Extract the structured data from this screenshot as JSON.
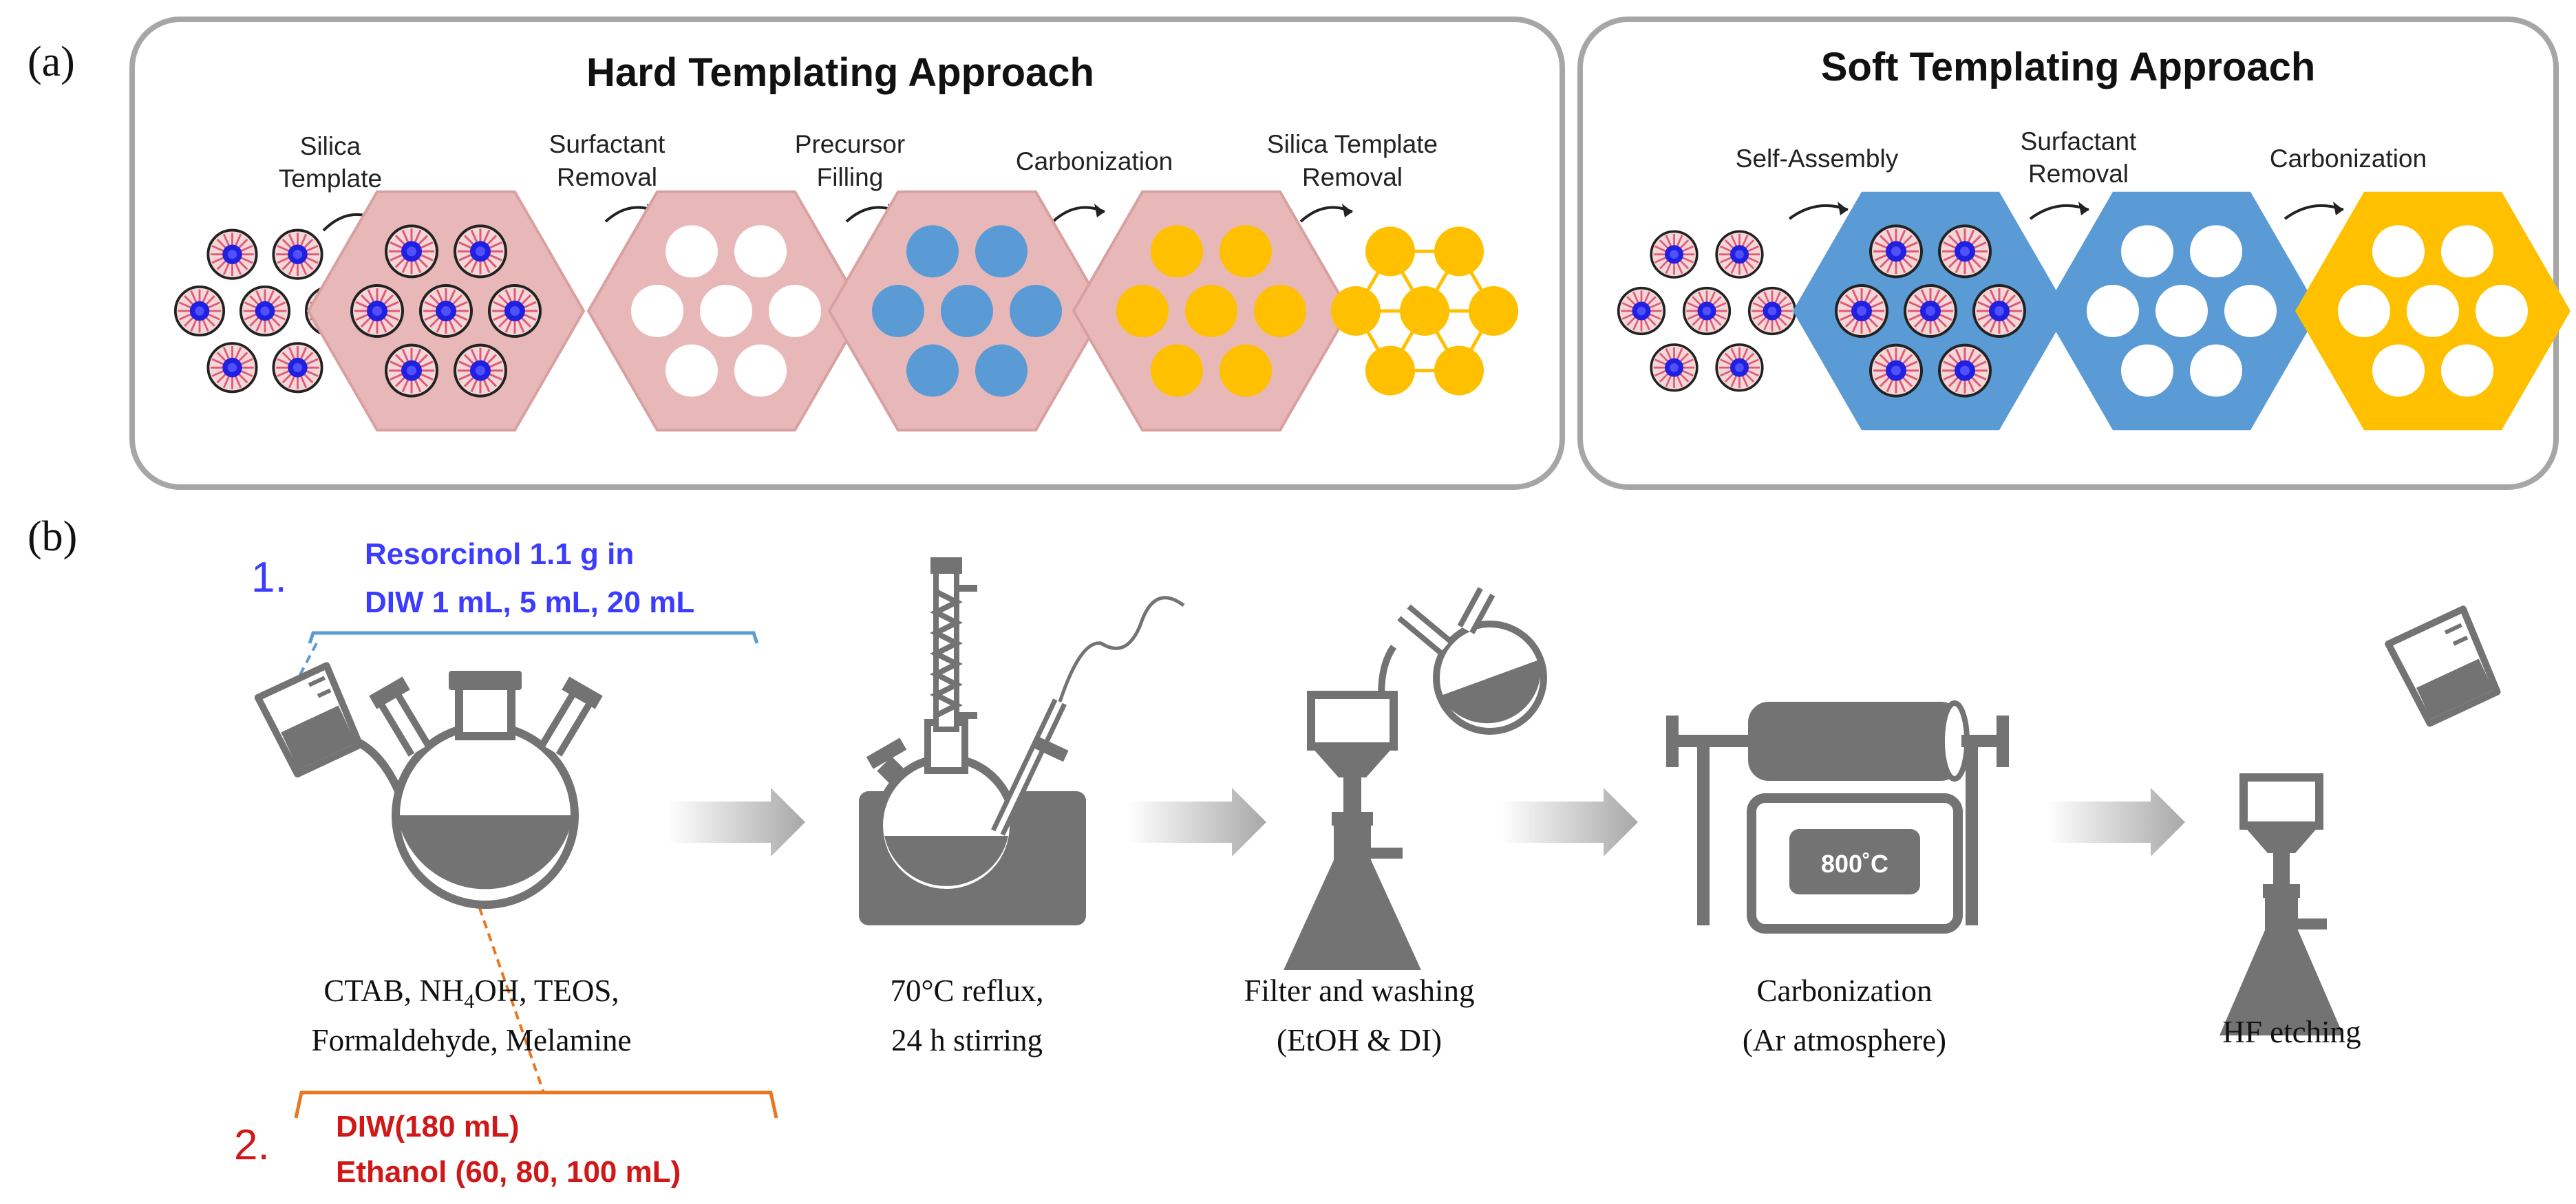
{
  "panel_a": {
    "label": "(a)",
    "hard": {
      "title": "Hard Templating Approach",
      "steps": [
        [
          "Silica",
          "Template"
        ],
        [
          "Surfactant",
          "Removal"
        ],
        [
          "Precursor",
          "Filling"
        ],
        [
          "Carbonization"
        ],
        [
          "Silica Template",
          "Removal"
        ]
      ]
    },
    "soft": {
      "title": "Soft Templating Approach",
      "steps": [
        [
          "Self-Assembly"
        ],
        [
          "Surfactant",
          "Removal"
        ],
        [
          "Carbonization"
        ]
      ]
    }
  },
  "panel_b": {
    "label": "(b)",
    "note1": {
      "number": "1.",
      "line1": "Resorcinol 1.1 g in",
      "line2": "DIW 1 mL, 5 mL, 20 mL"
    },
    "note2": {
      "number": "2.",
      "line1": "DIW(180 mL)",
      "line2": "Ethanol (60, 80, 100 mL)"
    },
    "furnace_temp": "800˚C",
    "captions": [
      [
        "CTAB, NH4OH, TEOS,",
        "Formaldehyde, Melamine"
      ],
      [
        "70°C reflux,",
        "24 h stirring"
      ],
      [
        "Filter and washing",
        "(EtOH & DI)"
      ],
      [
        "Carbonization",
        "(Ar atmosphere)"
      ],
      [
        "HF etching"
      ]
    ]
  },
  "colors": {
    "pink": "#e8b8b8",
    "blue": "#5a9bd5",
    "yellow": "#ffc000",
    "gray": "#737373",
    "note1": "#3c3cff",
    "note2": "#d01818",
    "bracket1": "#5a9bd5",
    "bracket2": "#e87722"
  }
}
